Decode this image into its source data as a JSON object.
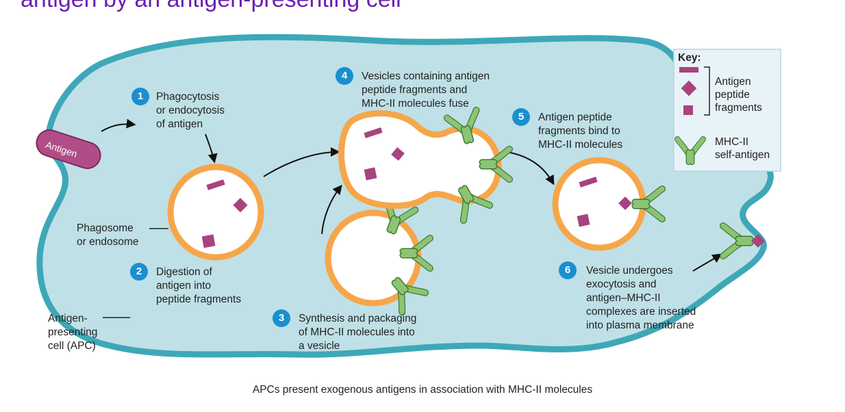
{
  "header": {
    "title_fragment": "antigen by an antigen-presenting cell"
  },
  "antigen_label": "Antigen",
  "steps": [
    {
      "number": "1",
      "text": "Phagocytosis\nor endocytosis\nof antigen"
    },
    {
      "number": "2",
      "text": "Digestion of\nantigen into\npeptide fragments"
    },
    {
      "number": "3",
      "text": "Synthesis and packaging\nof MHC-II molecules into\na vesicle"
    },
    {
      "number": "4",
      "text": "Vesicles containing antigen\npeptide fragments and\nMHC-II molecules fuse"
    },
    {
      "number": "5",
      "text": "Antigen peptide\nfragments bind to\nMHC-II molecules"
    },
    {
      "number": "6",
      "text": "Vesicle undergoes\nexocytosis and\nantigen–MHC-II\ncomplexes are inserted\ninto plasma membrane"
    }
  ],
  "phagosome_label": "Phagosome\nor endosome",
  "apc_label": "Antigen-\npresenting\ncell (APC)",
  "key": {
    "title": "Key:",
    "peptide_label": "Antigen\npeptide\nfragments",
    "mhc_label": "MHC-II\nself-antigen"
  },
  "caption": "APCs present exogenous antigens in association with MHC-II molecules",
  "colors": {
    "cell_fill": "#bfe0e6",
    "cell_outline": "#3ea8b8",
    "vesicle_ring": "#f6a64a",
    "peptide": "#a8437f",
    "mhc": "#7fb86a",
    "badge": "#1a8fd0",
    "title": "#6a1fb0",
    "key_bg": "#e8f3f8"
  }
}
